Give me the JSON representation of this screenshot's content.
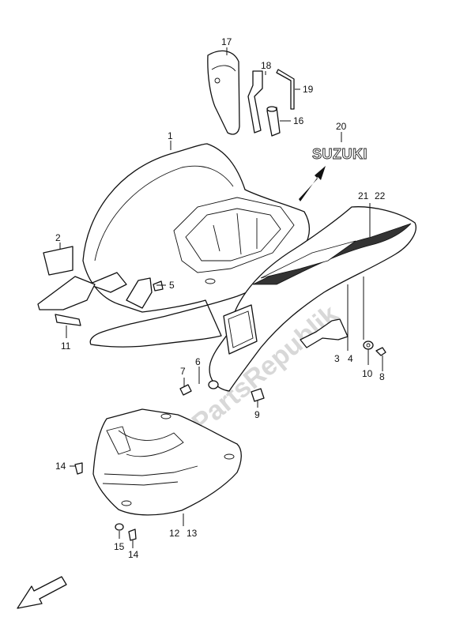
{
  "watermark": "PartsRepublik",
  "brand_decal": "SUZUKI",
  "callouts": [
    {
      "id": "c17",
      "text": "17"
    },
    {
      "id": "c18",
      "text": "18"
    },
    {
      "id": "c19",
      "text": "19"
    },
    {
      "id": "c16",
      "text": "16"
    },
    {
      "id": "c20",
      "text": "20"
    },
    {
      "id": "c1",
      "text": "1"
    },
    {
      "id": "c21",
      "text": "21"
    },
    {
      "id": "c22",
      "text": "22"
    },
    {
      "id": "c2",
      "text": "2"
    },
    {
      "id": "c5",
      "text": "5"
    },
    {
      "id": "c11",
      "text": "11"
    },
    {
      "id": "c3",
      "text": "3"
    },
    {
      "id": "c4",
      "text": "4"
    },
    {
      "id": "c10",
      "text": "10"
    },
    {
      "id": "c8",
      "text": "8"
    },
    {
      "id": "c7",
      "text": "7"
    },
    {
      "id": "c6",
      "text": "6"
    },
    {
      "id": "c9",
      "text": "9"
    },
    {
      "id": "c14a",
      "text": "14"
    },
    {
      "id": "c12",
      "text": "12"
    },
    {
      "id": "c13",
      "text": "13"
    },
    {
      "id": "c15",
      "text": "15"
    },
    {
      "id": "c14b",
      "text": "14"
    }
  ]
}
